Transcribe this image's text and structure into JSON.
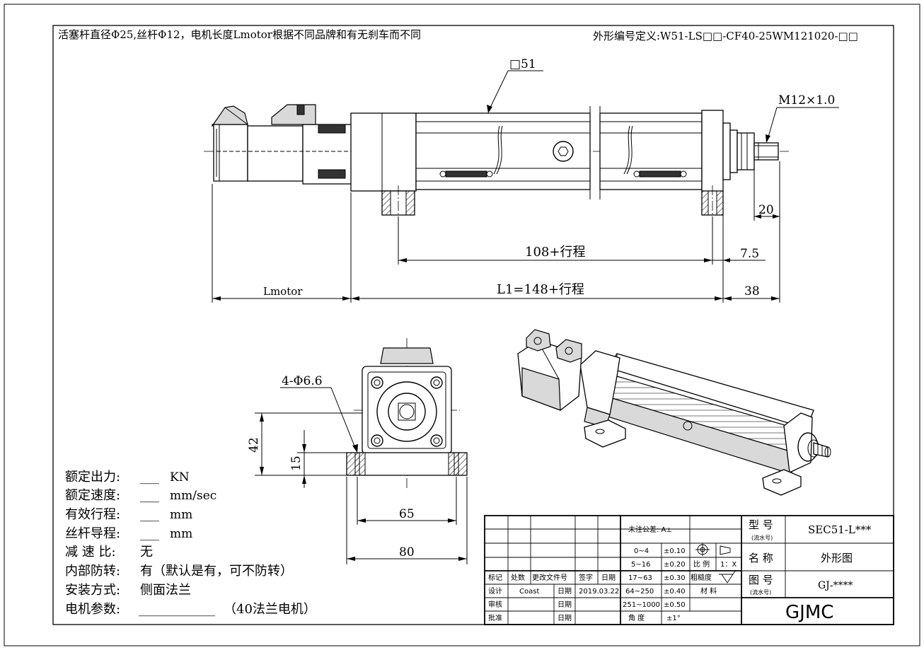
{
  "header": {
    "left_note": "活塞杆直径Φ25,丝杆Φ12，电机长度Lmotor根据不同品牌和有无刹车而不同",
    "right_note": "外形编号定义:W51-LS□□-CF40-25WM121020-□□"
  },
  "dimensions": {
    "square": "□51",
    "thread": "M12×1.0",
    "d20": "20",
    "stroke108": "108+行程",
    "d75": "7.5",
    "lmotor": "Lmotor",
    "l1": "L1=148+行程",
    "d38": "38",
    "holes": "4-Φ6.6",
    "h42": "42",
    "h15": "15",
    "w65": "65",
    "w80": "80"
  },
  "specs": [
    {
      "label": "额定出力:",
      "blank": "___",
      "unit": "KN"
    },
    {
      "label": "额定速度:",
      "blank": "___",
      "unit": "mm/sec"
    },
    {
      "label": "有效行程:",
      "blank": "___",
      "unit": "mm"
    },
    {
      "label": "丝杆导程:",
      "blank": "___",
      "unit": "mm"
    },
    {
      "label": "减 速 比:",
      "blank": "",
      "unit": "无"
    },
    {
      "label": "内部防转:",
      "blank": "",
      "unit": "有（默认是有，可不防转）"
    },
    {
      "label": "安装方式:",
      "blank": "",
      "unit": "侧面法兰"
    },
    {
      "label": "电机参数:",
      "blank": "____________",
      "unit": "（40法兰电机）"
    }
  ],
  "title_block": {
    "tolerance_label": "未注公差: A±",
    "tol_rows": [
      {
        "range": "0~4",
        "tol": "±0.10"
      },
      {
        "range": "5~16",
        "tol": "±0.20"
      },
      {
        "range": "17~63",
        "tol": "±0.30"
      },
      {
        "range": "64~250",
        "tol": "±0.40"
      },
      {
        "range": "251~1000",
        "tol": "±0.50"
      },
      {
        "range": "角  度",
        "tol": "±1°"
      }
    ],
    "scale_label": "比 例",
    "scale_value": "1：X",
    "roughness_label": "粗糙度",
    "material_label": "材  料",
    "rev_headers": [
      "标记",
      "处数",
      "更改文件号",
      "签字",
      "日期"
    ],
    "design_label": "设计",
    "designer": "Coast",
    "date_label": "日期",
    "design_date": "2019.03.22",
    "review_label": "审核",
    "approve_label": "批准",
    "model_label": "型 号",
    "model_sub": "(流水号)",
    "model_value": "SEC51-L***",
    "name_label": "名 称",
    "name_value": "外形图",
    "drawing_label": "图 号",
    "drawing_sub": "(流水号)",
    "drawing_value": "GJ-****",
    "company": "GJMC"
  }
}
